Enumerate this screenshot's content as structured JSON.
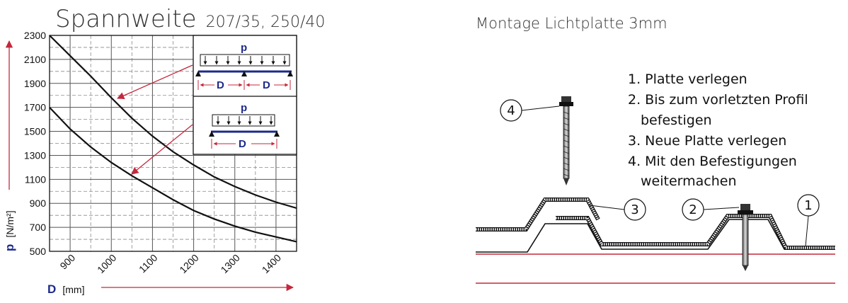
{
  "left": {
    "title_main": "Spannweite",
    "title_sub": "207/35, 250/40",
    "ylabel_symbol": "p",
    "ylabel_unit": "[N/m²]",
    "xlabel_symbol": "D",
    "xlabel_unit": "[mm]",
    "inset_load_label": "p",
    "inset_span_label": "D"
  },
  "chart_data": {
    "type": "line",
    "title": "Spannweite 207/35, 250/40",
    "xlabel": "D [mm]",
    "ylabel": "p [N/m²]",
    "xlim": [
      850,
      1450
    ],
    "ylim": [
      500,
      2300
    ],
    "xticks": [
      900,
      1000,
      1100,
      1200,
      1300,
      1400
    ],
    "yticks": [
      500,
      700,
      900,
      1100,
      1300,
      1500,
      1700,
      1900,
      2100,
      2300
    ],
    "grid": true,
    "series": [
      {
        "x": [
          850,
          900,
          950,
          1000,
          1050,
          1100,
          1150,
          1200,
          1250,
          1300,
          1350,
          1400,
          1450
        ],
        "y": [
          2300,
          2130,
          1960,
          1780,
          1610,
          1460,
          1330,
          1220,
          1120,
          1040,
          970,
          910,
          860
        ]
      },
      {
        "x": [
          850,
          900,
          950,
          1000,
          1050,
          1100,
          1150,
          1200,
          1250,
          1300,
          1350,
          1400,
          1450
        ],
        "y": [
          1700,
          1520,
          1370,
          1240,
          1130,
          1030,
          930,
          840,
          770,
          710,
          660,
          620,
          580
        ]
      }
    ]
  },
  "right": {
    "title": "Montage Lichtplatte 3mm",
    "steps": [
      "1. Platte verlegen",
      "2. Bis zum vorletzten Profil",
      "befestigen",
      "3. Neue Platte verlegen",
      "4. Mit den Befestigungen",
      "weitermachen"
    ],
    "callouts": [
      "4",
      "3",
      "2",
      "1"
    ]
  },
  "colors": {
    "arrow_red": "#c4283c",
    "label_blue": "#1c2a8a",
    "curve": "#111111",
    "grid": "#888888"
  }
}
